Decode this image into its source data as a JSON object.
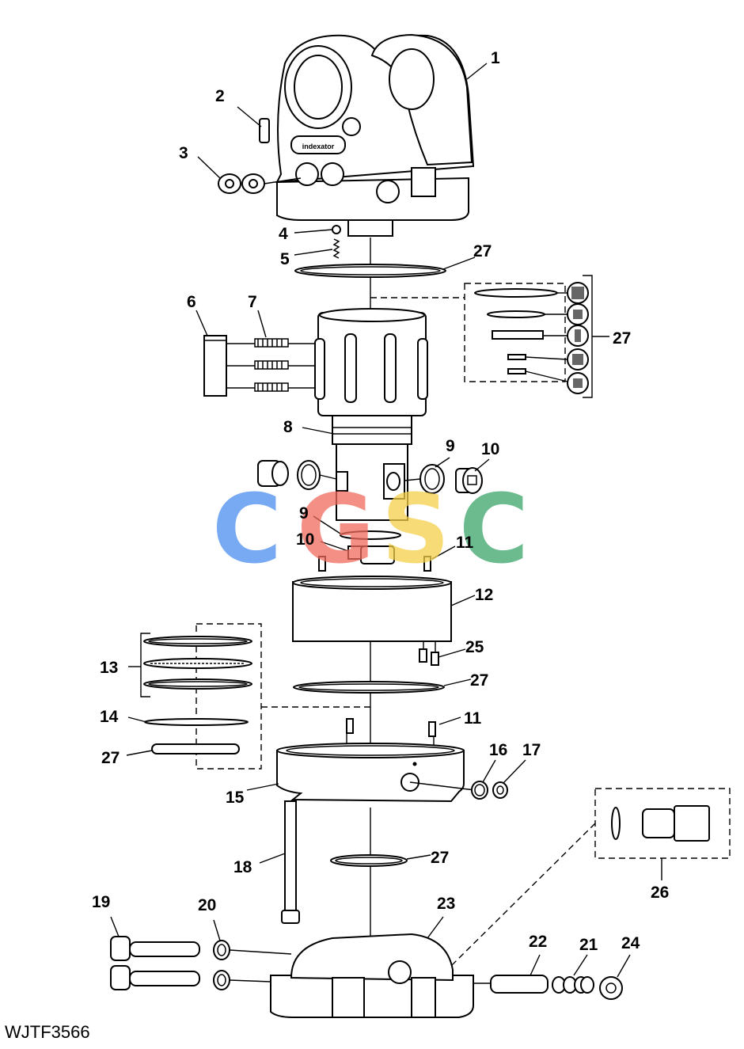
{
  "figure_code": "WJTF3566",
  "callouts": [
    {
      "id": "c1",
      "text": "1"
    },
    {
      "id": "c2",
      "text": "2"
    },
    {
      "id": "c3",
      "text": "3"
    },
    {
      "id": "c4",
      "text": "4"
    },
    {
      "id": "c5",
      "text": "5"
    },
    {
      "id": "c6",
      "text": "6"
    },
    {
      "id": "c7",
      "text": "7"
    },
    {
      "id": "c8",
      "text": "8"
    },
    {
      "id": "c9a",
      "text": "9"
    },
    {
      "id": "c9b",
      "text": "9"
    },
    {
      "id": "c10a",
      "text": "10"
    },
    {
      "id": "c10b",
      "text": "10"
    },
    {
      "id": "c11a",
      "text": "11"
    },
    {
      "id": "c11b",
      "text": "11"
    },
    {
      "id": "c12",
      "text": "12"
    },
    {
      "id": "c13",
      "text": "13"
    },
    {
      "id": "c14",
      "text": "14"
    },
    {
      "id": "c15",
      "text": "15"
    },
    {
      "id": "c16",
      "text": "16"
    },
    {
      "id": "c17",
      "text": "17"
    },
    {
      "id": "c18",
      "text": "18"
    },
    {
      "id": "c19",
      "text": "19"
    },
    {
      "id": "c20",
      "text": "20"
    },
    {
      "id": "c21",
      "text": "21"
    },
    {
      "id": "c22",
      "text": "22"
    },
    {
      "id": "c23",
      "text": "23"
    },
    {
      "id": "c24",
      "text": "24"
    },
    {
      "id": "c25",
      "text": "25"
    },
    {
      "id": "c26",
      "text": "26"
    },
    {
      "id": "c27a",
      "text": "27"
    },
    {
      "id": "c27b",
      "text": "27"
    },
    {
      "id": "c27c",
      "text": "27"
    },
    {
      "id": "c27d",
      "text": "27"
    },
    {
      "id": "c27e",
      "text": "27"
    }
  ],
  "body_logo_text": "indexator",
  "watermark": {
    "letters": [
      "C",
      "G",
      "S",
      "C"
    ],
    "colors": [
      "#4a8ef0",
      "#f06a5c",
      "#f5cf4a",
      "#3aa56a"
    ]
  }
}
